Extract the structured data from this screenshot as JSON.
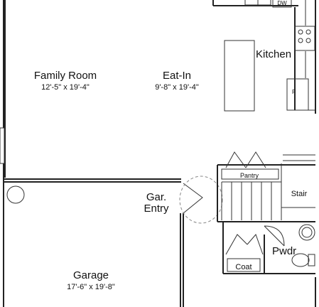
{
  "rooms": {
    "family": {
      "name": "Family Room",
      "dims": "12'-5\" x 19'-4\""
    },
    "eatin": {
      "name": "Eat-In",
      "dims": "9'-8\" x 19'-4\""
    },
    "kitchen": {
      "name": "Kitchen"
    },
    "pantry": {
      "name": "Pantry"
    },
    "stair": {
      "name": "Stair"
    },
    "gar_entry": {
      "line1": "Gar.",
      "line2": "Entry"
    },
    "pwdr": {
      "name": "Pwdr"
    },
    "coat": {
      "name": "Coat"
    },
    "garage": {
      "name": "Garage",
      "dims": "17'-6\" x 19'-8\""
    }
  },
  "appliances": {
    "dishwasher": "DW",
    "fridge": "F"
  }
}
